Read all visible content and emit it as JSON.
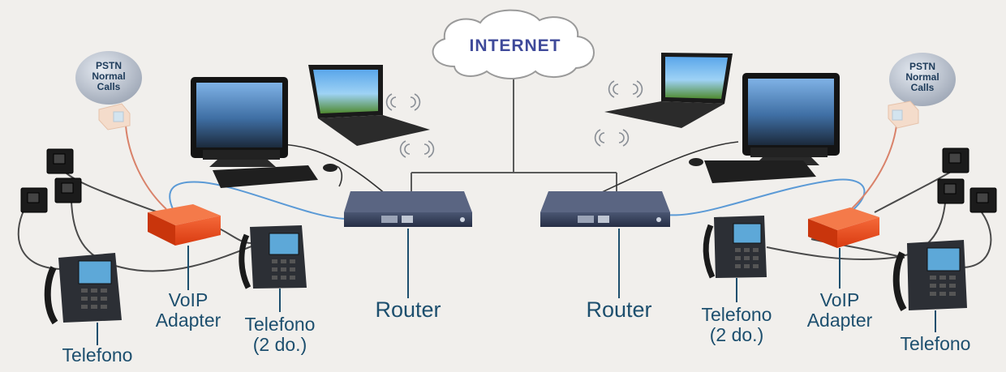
{
  "internet_label": "INTERNET",
  "left": {
    "pstn_label": [
      "PSTN",
      "Normal",
      "Calls"
    ],
    "router_label": "Router",
    "voip_label": [
      "VoIP",
      "Adapter"
    ],
    "phone_label": "Telefono",
    "phone2_label": [
      "Telefono",
      "(2 do.)"
    ]
  },
  "right": {
    "pstn_label": [
      "PSTN",
      "Normal",
      "Calls"
    ],
    "router_label": "Router",
    "voip_label": [
      "VoIP",
      "Adapter"
    ],
    "phone_label": "Telefono",
    "phone2_label": [
      "Telefono",
      "(2 do.)"
    ]
  },
  "colors": {
    "background": "#f1efec",
    "label_text": "#1d4f6e",
    "internet_text": "#3f4a9a",
    "ethernet_cable": "#5b9ad6",
    "phone_cable": "#4a4a4a",
    "pstn_cable": "#d9826a",
    "voip_adapter": "#e94a1c",
    "router_body": "#2f3a55"
  }
}
